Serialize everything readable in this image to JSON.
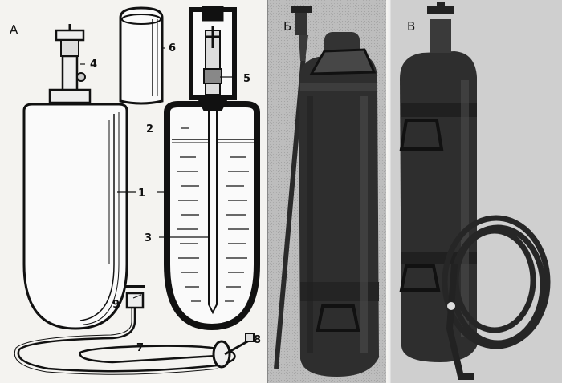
{
  "panels": {
    "a": "А",
    "b": "Б",
    "v": "В"
  },
  "callouts": [
    "1",
    "2",
    "3",
    "4",
    "5",
    "6",
    "7",
    "8",
    "9"
  ],
  "colors": {
    "paper": "#f4f3f0",
    "ink": "#111111",
    "photo_bg_b": "#bdbdbd",
    "photo_bg_v": "#cfcfcf",
    "cylinder_dark": "#2b2b2b"
  }
}
